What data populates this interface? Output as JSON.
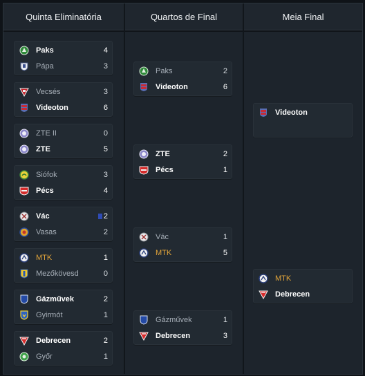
{
  "columns": [
    {
      "title": "Quinta Eliminatória"
    },
    {
      "title": "Quartos de Final"
    },
    {
      "title": "Meia Final"
    }
  ],
  "round1": [
    {
      "home": {
        "name": "Paks",
        "score": "4",
        "badge": "paks-badge-icon",
        "state": "win"
      },
      "away": {
        "name": "Pápa",
        "score": "3",
        "badge": "papa-badge-icon",
        "state": "lose"
      }
    },
    {
      "home": {
        "name": "Vecsés",
        "score": "3",
        "badge": "vecses-badge-icon",
        "state": "lose"
      },
      "away": {
        "name": "Videoton",
        "score": "6",
        "badge": "videoton-badge-icon",
        "state": "win"
      }
    },
    {
      "home": {
        "name": "ZTE II",
        "score": "0",
        "badge": "zte2-badge-icon",
        "state": "lose"
      },
      "away": {
        "name": "ZTE",
        "score": "5",
        "badge": "zte-badge-icon",
        "state": "win"
      }
    },
    {
      "home": {
        "name": "Siófok",
        "score": "3",
        "badge": "siofok-badge-icon",
        "state": "lose"
      },
      "away": {
        "name": "Pécs",
        "score": "4",
        "badge": "pecs-badge-icon",
        "state": "win"
      }
    },
    {
      "home": {
        "name": "Vác",
        "score": "2",
        "badge": "vac-badge-icon",
        "state": "win",
        "flag": true
      },
      "away": {
        "name": "Vasas",
        "score": "2",
        "badge": "vasas-badge-icon",
        "state": "lose"
      }
    },
    {
      "home": {
        "name": "MTK",
        "score": "1",
        "badge": "mtk-badge-icon",
        "state": "hl"
      },
      "away": {
        "name": "Mezőkövesd",
        "score": "0",
        "badge": "mezokovesd-badge-icon",
        "state": "lose"
      }
    },
    {
      "home": {
        "name": "Gázművek",
        "score": "2",
        "badge": "gazmuvek-badge-icon",
        "state": "win"
      },
      "away": {
        "name": "Gyirmót",
        "score": "1",
        "badge": "gyirmot-badge-icon",
        "state": "lose"
      }
    },
    {
      "home": {
        "name": "Debrecen",
        "score": "2",
        "badge": "debrecen-badge-icon",
        "state": "win"
      },
      "away": {
        "name": "Győr",
        "score": "1",
        "badge": "gyor-badge-icon",
        "state": "lose"
      }
    }
  ],
  "round2": [
    {
      "home": {
        "name": "Paks",
        "score": "2",
        "badge": "paks-badge-icon",
        "state": "lose"
      },
      "away": {
        "name": "Videoton",
        "score": "6",
        "badge": "videoton-badge-icon",
        "state": "win"
      }
    },
    {
      "home": {
        "name": "ZTE",
        "score": "2",
        "badge": "zte-badge-icon",
        "state": "win"
      },
      "away": {
        "name": "Pécs",
        "score": "1",
        "badge": "pecs-badge-icon",
        "state": "win"
      }
    },
    {
      "home": {
        "name": "Vác",
        "score": "1",
        "badge": "vac-badge-icon",
        "state": "lose"
      },
      "away": {
        "name": "MTK",
        "score": "5",
        "badge": "mtk-badge-icon",
        "state": "hl"
      }
    },
    {
      "home": {
        "name": "Gázművek",
        "score": "1",
        "badge": "gazmuvek-badge-icon",
        "state": "lose"
      },
      "away": {
        "name": "Debrecen",
        "score": "3",
        "badge": "debrecen-badge-icon",
        "state": "win"
      }
    }
  ],
  "round3": [
    {
      "home": {
        "name": "Videoton",
        "score": "",
        "badge": "videoton-badge-icon",
        "state": "win"
      },
      "away": {
        "name": "",
        "score": "",
        "badge": "",
        "state": "lose"
      }
    },
    {
      "home": {
        "name": "MTK",
        "score": "",
        "badge": "mtk-badge-icon",
        "state": "hl"
      },
      "away": {
        "name": "Debrecen",
        "score": "",
        "badge": "debrecen-badge-icon",
        "state": "win"
      }
    }
  ],
  "colors": {
    "background": "#1d242c",
    "card": "#222a32",
    "highlight": "#e1a43a",
    "text": "#ffffff",
    "muted": "#a7afb8"
  }
}
